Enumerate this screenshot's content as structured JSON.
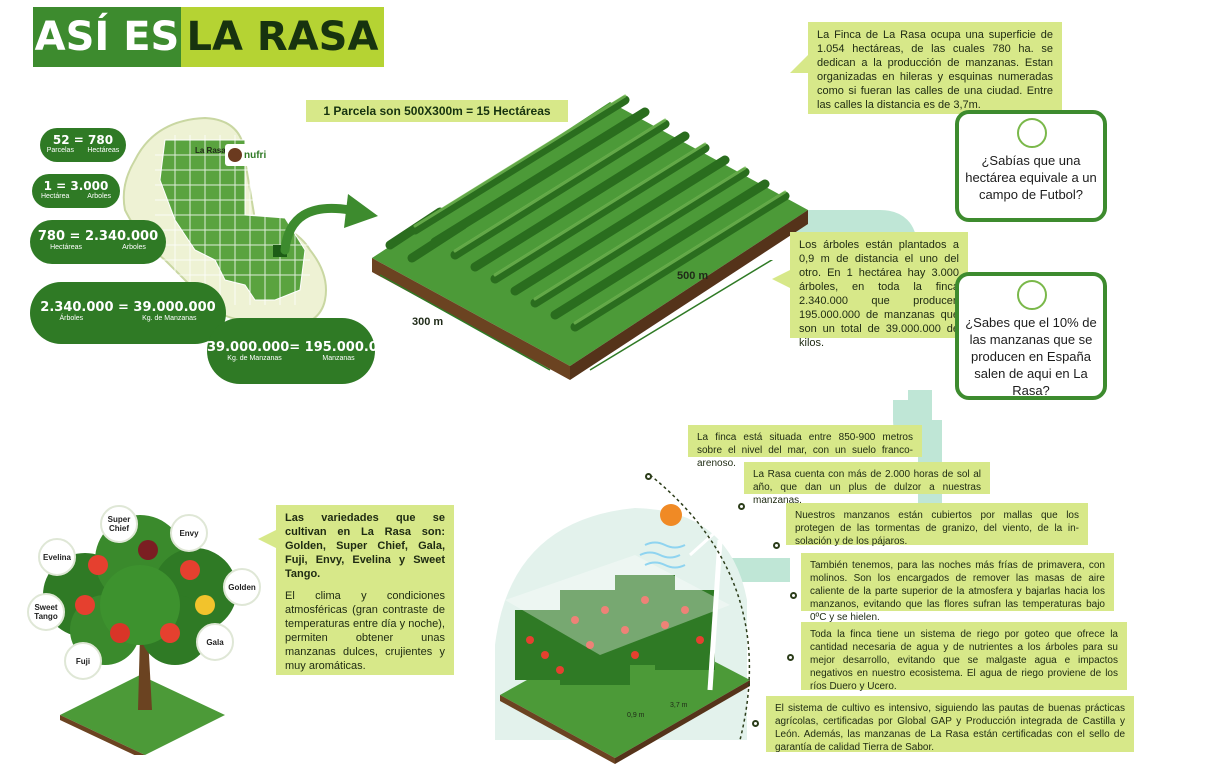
{
  "title": {
    "part1": "ASÍ ES",
    "part2": "LA RASA"
  },
  "parcel_caption": "1 Parcela son 500X300m = 15 Hectáreas",
  "map": {
    "place_label": "La Rasa",
    "logo_text": "nufri"
  },
  "stats": [
    {
      "value": "52 = 780",
      "left_unit": "Parcelas",
      "right_unit": "Hectáreas"
    },
    {
      "value": "1 = 3.000",
      "left_unit": "Hectárea",
      "right_unit": "Arboles"
    },
    {
      "value": "780 = 2.340.000",
      "left_unit": "Hectáreas",
      "right_unit": "Arboles"
    },
    {
      "value": "2.340.000 = 39.000.000",
      "left_unit": "Árboles",
      "right_unit": "Kg. de Manzanas"
    },
    {
      "value": "39.000.000= 195.000.000",
      "left_unit": "Kg. de Manzanas",
      "right_unit": "Manzanas"
    }
  ],
  "dimensions": {
    "width_label": "500 m",
    "depth_label": "300 m"
  },
  "info_top": "La Finca de La Rasa ocupa una superficie de 1.054 hectáreas, de las cuales 780 ha. se dedican a la producción de manzanas. Estan organizadas en hileras y esquinas numeradas como si fueran las calles de una ciudad. Entre las calles la distancia es de 3,7m.",
  "question_1": "¿Sabías que una hectárea equivale a un campo de Futbol?",
  "info_trees": "Los árboles están plantados a 0,9 m de distancia el uno del otro. En 1 hectárea hay 3.000 árboles, en toda la finca 2.340.000 que producen 195.000.000 de manzanas que son un total de 39.000.000 de kilos.",
  "question_2": "¿Sabes que el 10% de las manzanas que se producen en España salen de aqui en La Rasa?",
  "varieties_text_1": "Las variedades que se cultivan en La Rasa son: Golden, Super Chief, Gala, Fuji, Envy, Evelina y Sweet Tango.",
  "varieties_text_2": "El clima y condiciones atmosféricas (gran contraste de temperaturas entre día y noche), permiten obtener unas manzanas dulces, crujientes y muy aromáticas.",
  "apple_labels": [
    "Super Chief",
    "Envy",
    "Evelina",
    "Golden",
    "Sweet Tango",
    "Gala",
    "Fuji"
  ],
  "features": [
    "La finca está situada entre 850-900 metros sobre el nivel del mar, con un suelo franco-arenoso.",
    "La Rasa cuenta con más de 2.000 horas de sol al año, que dan un plus de dulzor a nuestras manzanas.",
    "Nuestros manzanos están cubiertos por mallas que los protegen de las tormentas de granizo, del viento, de la in-solación y de los pájaros.",
    "También tenemos, para las noches más frías de primavera, con molinos. Son los encargados de remover las masas de aire caliente de la parte superior de la atmosfera y bajarlas hacia los manzanos, evitando que las flores sufran las temperaturas bajo 0ºC y se hielen.",
    "Toda la finca tiene un sistema de riego por goteo que ofrece la cantidad necesaria de agua y de nutrientes a los árboles para su mejor desarrollo, evitando que se malgaste agua e impactos negativos en nuestro ecosistema. El agua de riego proviene de los ríos Duero y Ucero.",
    "El sistema de cultivo es intensivo, siguiendo las pautas de buenas prácticas agrícolas, certificadas por Global GAP y Producción integrada de Castilla y León. Además, las manzanas de La Rasa están certificadas con el sello de garantía de calidad Tierra de Sabor."
  ],
  "scene_dims": {
    "row_gap": "3,7 m",
    "tree_gap": "0,9 m"
  },
  "colors": {
    "dark_green": "#2f7a25",
    "lime": "#b5d333",
    "callout": "#d7e889",
    "connector": "#bfe6d6"
  }
}
